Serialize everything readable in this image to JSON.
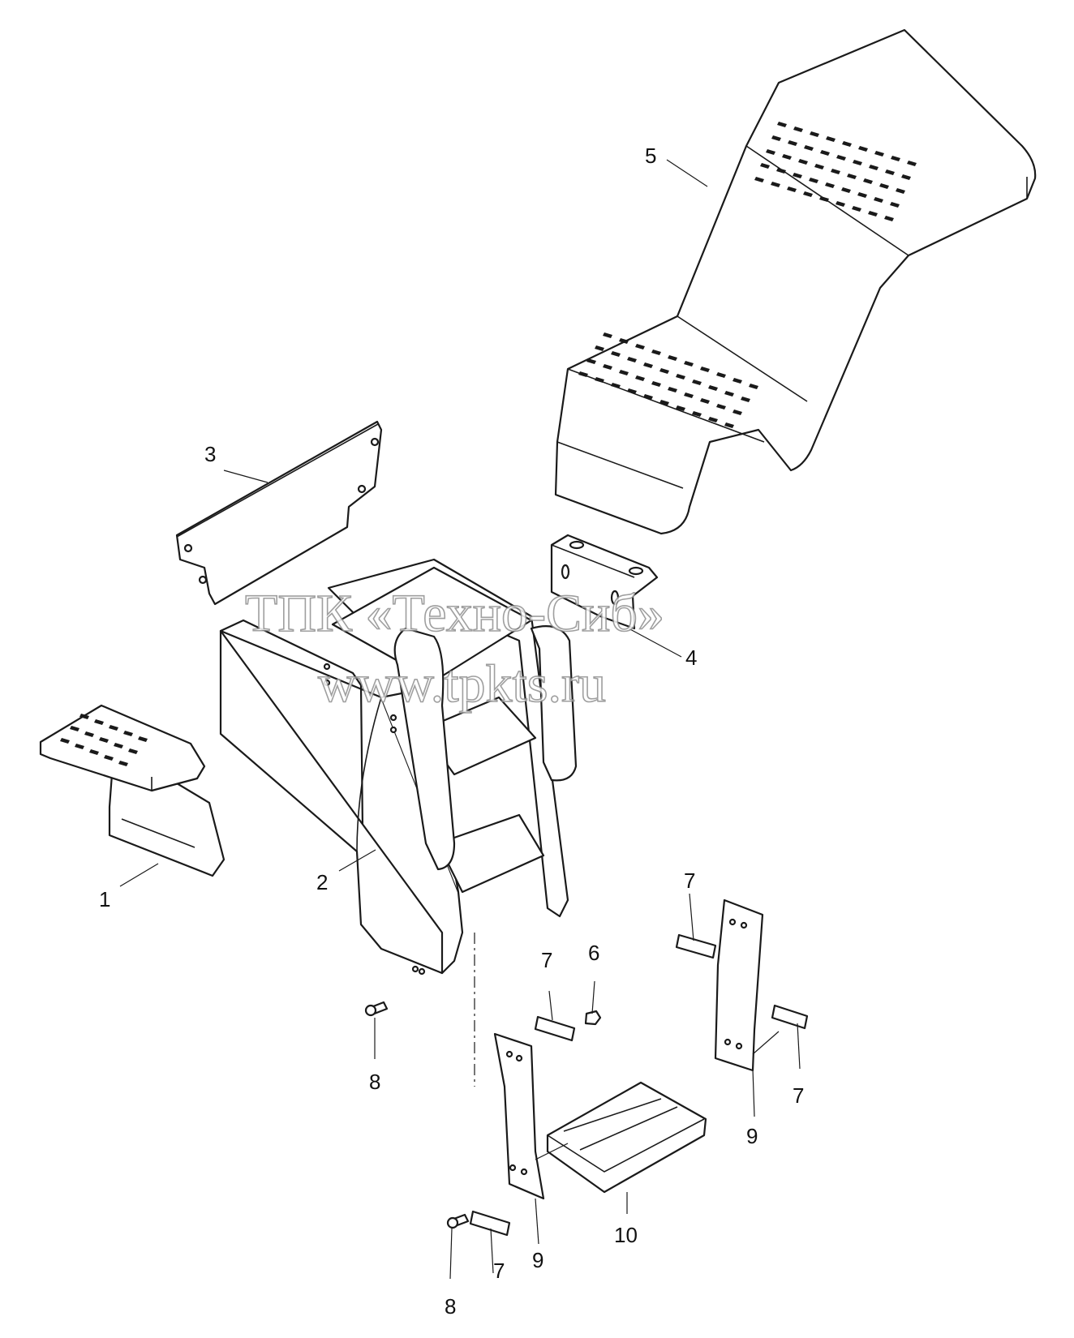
{
  "diagram": {
    "callouts": [
      {
        "id": "c1",
        "label": "1"
      },
      {
        "id": "c2",
        "label": "2"
      },
      {
        "id": "c3",
        "label": "3"
      },
      {
        "id": "c4",
        "label": "4"
      },
      {
        "id": "c5",
        "label": "5"
      },
      {
        "id": "c6",
        "label": "6"
      },
      {
        "id": "c7a",
        "label": "7"
      },
      {
        "id": "c7b",
        "label": "7"
      },
      {
        "id": "c7c",
        "label": "7"
      },
      {
        "id": "c7d",
        "label": "7"
      },
      {
        "id": "c8a",
        "label": "8"
      },
      {
        "id": "c8b",
        "label": "8"
      },
      {
        "id": "c9a",
        "label": "9"
      },
      {
        "id": "c9b",
        "label": "9"
      },
      {
        "id": "c10",
        "label": "10"
      }
    ]
  },
  "watermark": {
    "line1": "ТПК «Техно-Сиб»",
    "line2": "www.tpkts.ru"
  }
}
